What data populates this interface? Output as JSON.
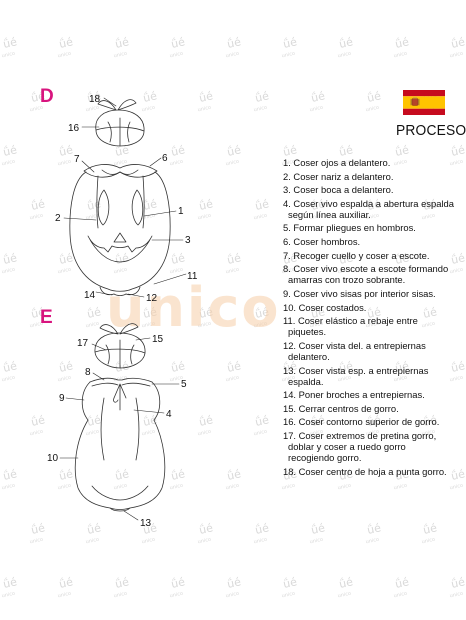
{
  "sections": {
    "d": "D",
    "e": "E"
  },
  "header": {
    "title": "PROCESO",
    "flag": {
      "name": "spain-flag",
      "colors": [
        "#c60b1e",
        "#ffc400",
        "#c60b1e"
      ]
    }
  },
  "watermark": {
    "brand": "unico",
    "tile": "ǘé",
    "tile_sub": "unico"
  },
  "labels_d": [
    "18",
    "16",
    "7",
    "6",
    "2",
    "1",
    "3",
    "11",
    "14",
    "12"
  ],
  "labels_e": [
    "17",
    "15",
    "8",
    "5",
    "9",
    "4",
    "10",
    "13"
  ],
  "steps": [
    {
      "lines": [
        "1. Coser ojos a delantero."
      ]
    },
    {
      "lines": [
        "2. Coser nariz a delantero."
      ]
    },
    {
      "lines": [
        "3. Coser boca a delantero."
      ]
    },
    {
      "lines": [
        "4. Coser vivo espalda a abertura espalda",
        "según línea auxiliar."
      ]
    },
    {
      "lines": [
        "5. Formar pliegues en hombros."
      ]
    },
    {
      "lines": [
        "6. Coser hombros."
      ]
    },
    {
      "lines": [
        "7. Recoger cuello y coser a escote."
      ]
    },
    {
      "lines": [
        "8. Coser vivo escote a escote formando",
        "amarras con trozo sobrante."
      ]
    },
    {
      "lines": [
        "9. Coser vivo sisas por interior sisas."
      ]
    },
    {
      "lines": [
        "10. Coser costados."
      ]
    },
    {
      "lines": [
        "11. Coser elástico a rebaje entre",
        "piquetes."
      ]
    },
    {
      "lines": [
        "12. Coser vista del. a entrepiernas",
        "delantero."
      ]
    },
    {
      "lines": [
        "13. Coser vista esp. a entrepiernas",
        "espalda."
      ]
    },
    {
      "lines": [
        "14. Poner broches a entrepiernas."
      ]
    },
    {
      "lines": [
        "15. Cerrar centros de gorro."
      ]
    },
    {
      "lines": [
        "16. Coser contorno superior de gorro."
      ]
    },
    {
      "lines": [
        "17. Coser extremos de pretina gorro,",
        "doblar y coser a ruedo gorro",
        "recogiendo gorro."
      ]
    },
    {
      "lines": [
        "18. Coser centro de hoja a punta gorro."
      ]
    }
  ]
}
